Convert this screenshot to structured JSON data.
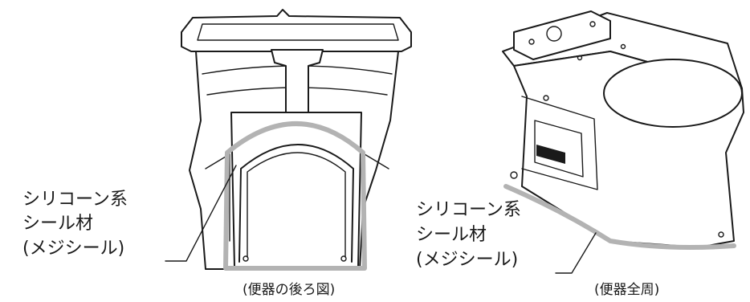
{
  "left_figure": {
    "label_lines": [
      "シリコーン系",
      "シール材",
      "(メジシール)"
    ],
    "caption": "(便器の後ろ図)"
  },
  "right_figure": {
    "label_lines": [
      "シリコーン系",
      "シール材",
      "(メジシール)"
    ],
    "caption": "(便器全周)"
  },
  "colors": {
    "ink": "#1a1a1a",
    "sealant": "#b3b3b3",
    "background": "#ffffff"
  }
}
